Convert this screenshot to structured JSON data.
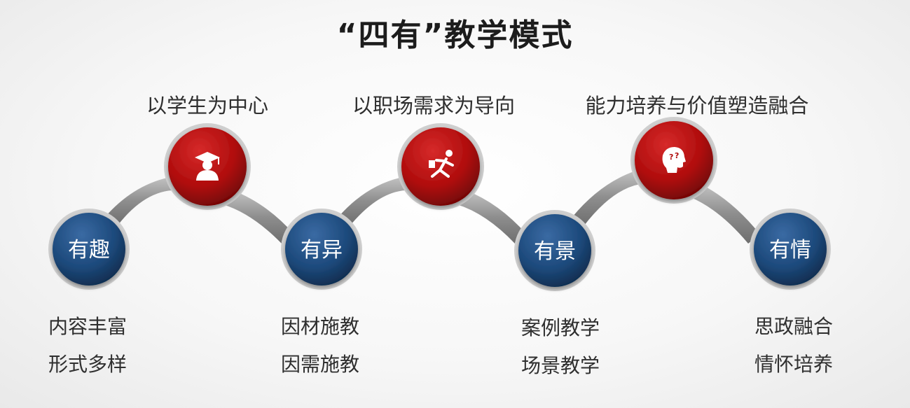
{
  "title": "“四有”教学模式",
  "principles": [
    {
      "label": "以学生为中心",
      "icon": "graduate-icon"
    },
    {
      "label": "以职场需求为导向",
      "icon": "running-person-icon"
    },
    {
      "label": "能力培养与价值塑造融合",
      "icon": "thinking-head-icon"
    }
  ],
  "pillars": [
    {
      "label": "有趣",
      "items": [
        "内容丰富",
        "形式多样"
      ]
    },
    {
      "label": "有异",
      "items": [
        "因材施教",
        "因需施教"
      ]
    },
    {
      "label": "有景",
      "items": [
        "案例教学",
        "场景教学"
      ]
    },
    {
      "label": "有情",
      "items": [
        "思政融合",
        "情怀培养"
      ]
    }
  ],
  "colors": {
    "blue": "#1d4a7c",
    "red": "#b00d0d",
    "connector": "#9a9a9a"
  }
}
